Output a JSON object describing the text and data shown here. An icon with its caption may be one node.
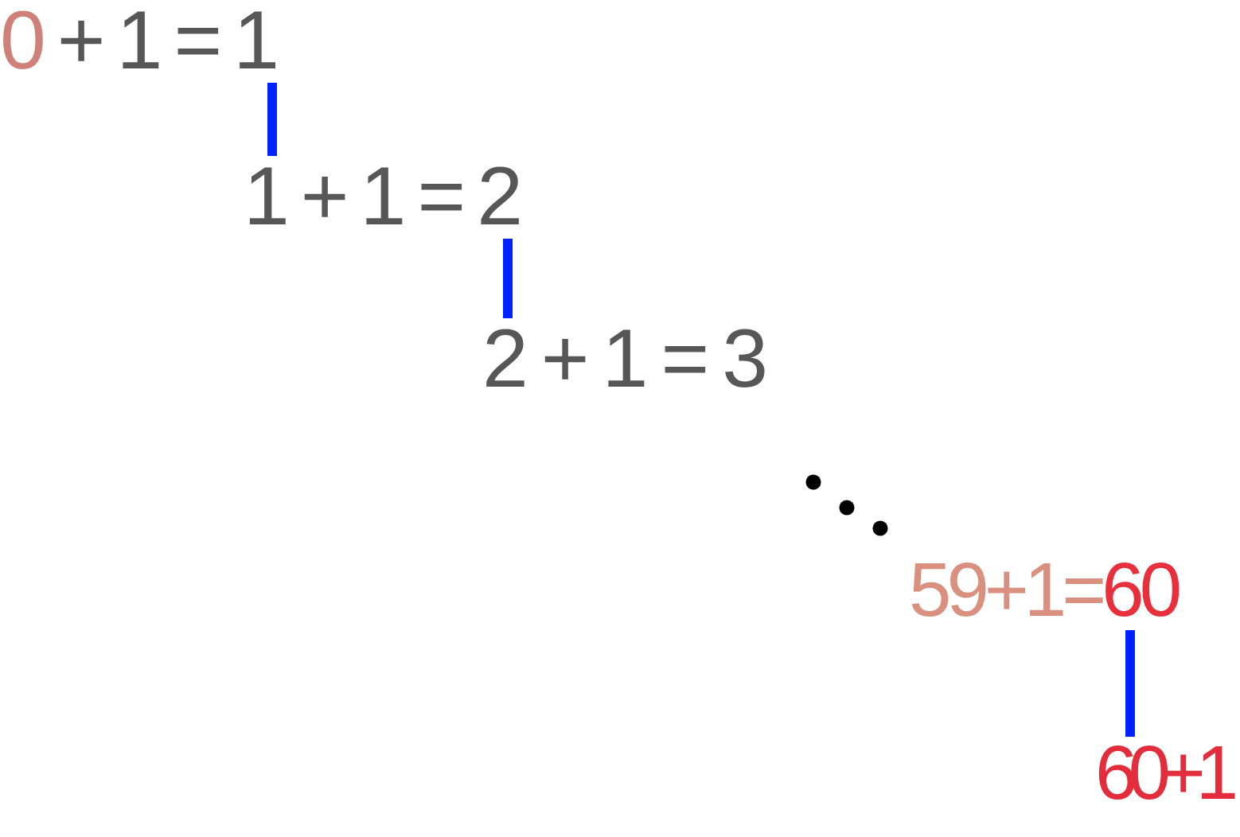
{
  "diagram": {
    "nodes": [
      {
        "text": [
          "0+1=1"
        ]
      },
      {
        "text": [
          "1+1=2"
        ]
      },
      {
        "text": [
          "2+1=3"
        ]
      },
      {
        "text": [
          "59+1=60"
        ]
      },
      {
        "text": [
          "60+1"
        ]
      }
    ],
    "edges": [
      {
        "from": 0,
        "to": 1,
        "arrow": "none"
      },
      {
        "from": 1,
        "to": 2,
        "arrow": "none"
      },
      {
        "from": 3,
        "to": 4,
        "arrow": "none"
      }
    ]
  }
}
